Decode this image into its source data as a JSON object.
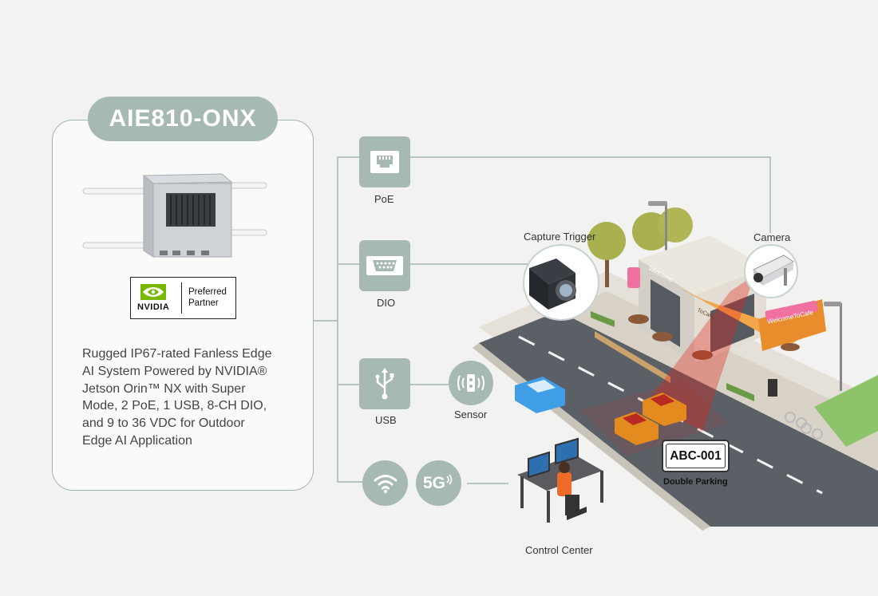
{
  "product": {
    "name": "AIE810-ONX",
    "badge_line1": "Preferred",
    "badge_line2": "Partner",
    "badge_brand": "NVIDIA",
    "description_lines": [
      "Rugged IP67-rated Fanless Edge",
      "AI System Powered by NVIDIA®",
      "Jetson Orin™ NX with Super",
      "Mode, 2 PoE, 1 USB, 8-CH DIO,",
      "and 9 to 36 VDC for Outdoor",
      "Edge AI Application"
    ]
  },
  "interfaces": {
    "poe": "PoE",
    "dio": "DIO",
    "usb": "USB",
    "sensor": "Sensor",
    "fiveg": "5G"
  },
  "scene": {
    "capture_trigger": "Capture Trigger",
    "camera": "Camera",
    "plate": "ABC-001",
    "plate_caption": "Double Parking",
    "control_center": "Control Center",
    "cafe_sign": "Welcome",
    "cafe_banner": "WelcomeToCafe",
    "cafe_name": "ToCafe"
  },
  "colors": {
    "accent": "#a7b9b5",
    "line": "#b5c5c2",
    "highlight": "#e2231a"
  }
}
